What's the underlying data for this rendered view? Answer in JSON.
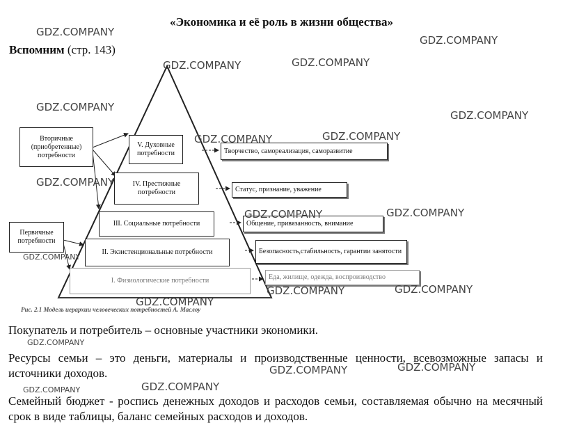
{
  "title": "«Экономика и её роль в жизни общества»",
  "remember": {
    "bold": "Вспомним",
    "rest": " (стр. 143)"
  },
  "side_boxes": {
    "secondary": "Вторичные (приобретенные) потребности",
    "primary": "Первичные потребности"
  },
  "levels": [
    "V. Духовные потребности",
    "IV. Престижные потребности",
    "III. Социальные потребности",
    "II. Экзистенциональные потребности",
    "I. Физиологические потребности"
  ],
  "descriptions": [
    "Творчество, самореализация, саморазвитие",
    "Статус, признание, уважение",
    "Общение, привязанность, внимание",
    "Безопасность,стабильность, гарантии занятости",
    "Еда, жилище, одежда, воспроизводство"
  ],
  "caption": "Рис. 2.1  Модель иерархии человеческих потребностей А. Маслоу",
  "watermark": "GDZ.COMPANY",
  "paragraphs": [
    "Покупатель и потребитель – основные участники экономики.",
    "Ресурсы семьи – это деньги, материалы и производственные ценности, всевозможные запасы и источники доходов.",
    "Семейный бюджет - роспись денежных доходов и расходов семьи, составляемая обычно на месячный срок в виде таблицы, баланс семейных расходов и доходов."
  ]
}
